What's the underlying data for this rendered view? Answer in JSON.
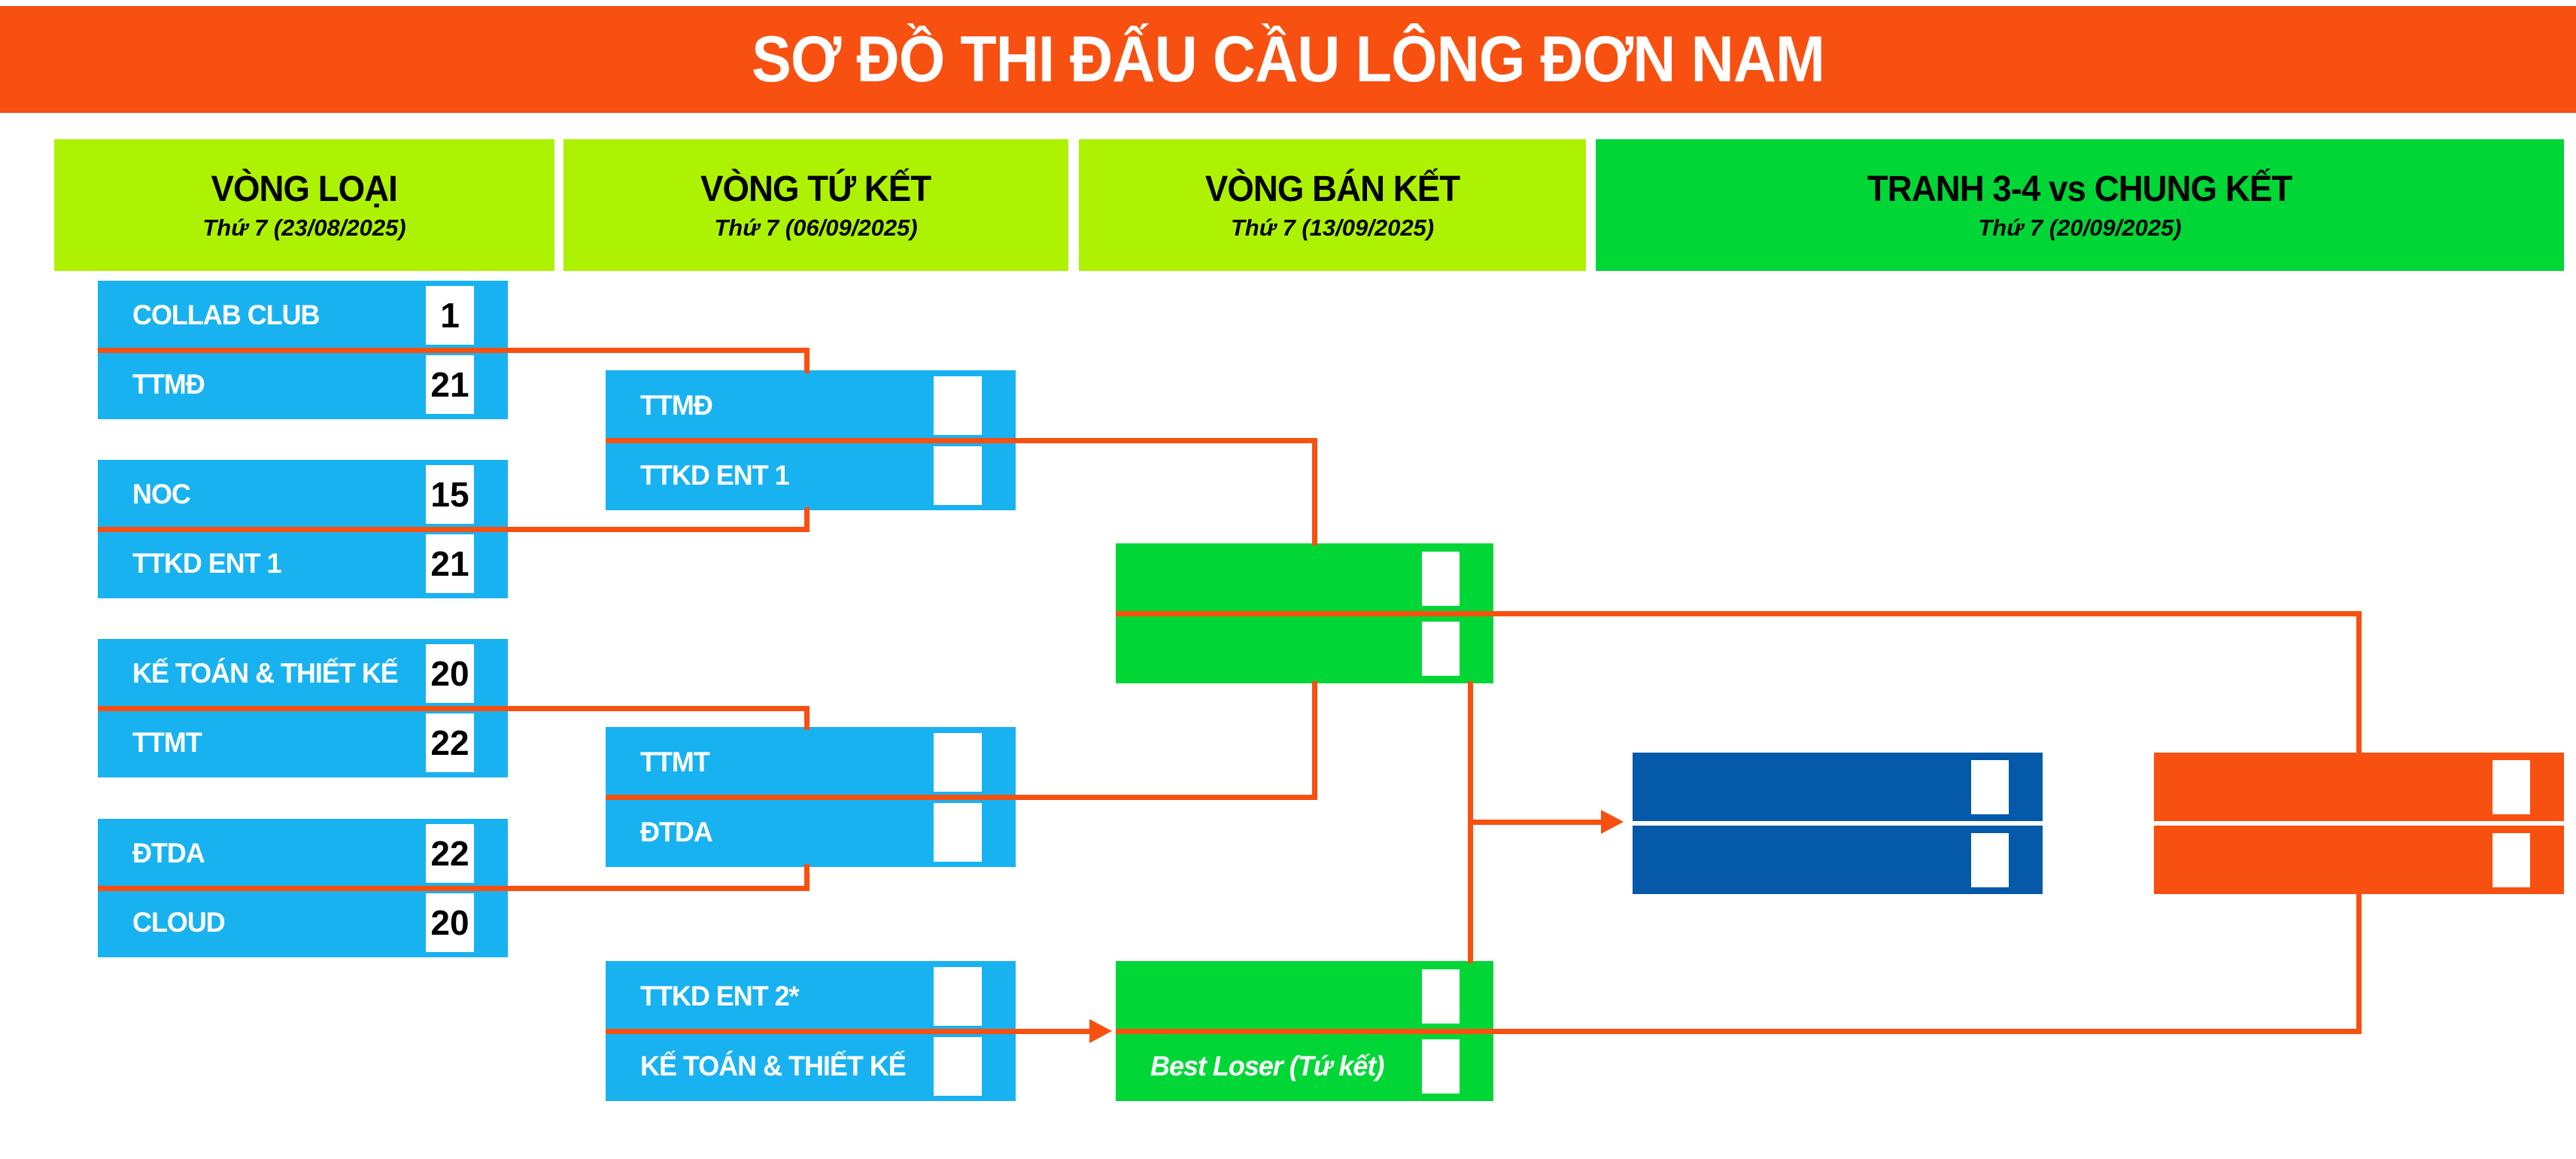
{
  "banner": {
    "title": "SƠ ĐỒ THI ĐẤU CẦU LÔNG ĐƠN NAM"
  },
  "colors": {
    "accent_orange": "#F75010",
    "lime_green": "#ADF202",
    "bright_green": "#00D737",
    "sky_blue": "#19B2F1",
    "dark_blue": "#0459A9",
    "score_text": "#000000",
    "team_text": "#ffffff"
  },
  "rounds": [
    {
      "title": "VÒNG LOẠI",
      "date": "Thứ 7 (23/08/2025)"
    },
    {
      "title": "VÒNG TỨ KẾT",
      "date": "Thứ 7 (06/09/2025)"
    },
    {
      "title": "VÒNG BÁN KẾT",
      "date": "Thứ 7 (13/09/2025)"
    },
    {
      "title": "TRANH 3-4 vs CHUNG KẾT",
      "date": "Thứ 7 (20/09/2025)"
    }
  ],
  "matches": {
    "qualifying": [
      {
        "top": {
          "name": "COLLAB CLUB",
          "score": "1"
        },
        "bottom": {
          "name": "TTMĐ",
          "score": "21"
        }
      },
      {
        "top": {
          "name": "NOC",
          "score": "15"
        },
        "bottom": {
          "name": "TTKD ENT 1",
          "score": "21"
        }
      },
      {
        "top": {
          "name": "KẾ TOÁN & THIẾT KẾ",
          "score": "20"
        },
        "bottom": {
          "name": "TTMT",
          "score": "22"
        }
      },
      {
        "top": {
          "name": "ĐTDA",
          "score": "22"
        },
        "bottom": {
          "name": "CLOUD",
          "score": "20"
        }
      }
    ],
    "quarterfinals": [
      {
        "top": {
          "name": "TTMĐ",
          "score": ""
        },
        "bottom": {
          "name": "TTKD ENT 1",
          "score": ""
        }
      },
      {
        "top": {
          "name": "TTMT",
          "score": ""
        },
        "bottom": {
          "name": "ĐTDA",
          "score": ""
        }
      },
      {
        "top": {
          "name": "TTKD ENT 2*",
          "score": ""
        },
        "bottom": {
          "name": "KẾ TOÁN & THIẾT KẾ",
          "score": ""
        }
      }
    ],
    "semifinals": [
      {
        "top": {
          "name": "",
          "score": ""
        },
        "bottom": {
          "name": "",
          "score": ""
        }
      },
      {
        "top": {
          "name": "",
          "score": ""
        },
        "bottom": {
          "name": "Best Loser (Tứ kết)",
          "score": ""
        }
      }
    ],
    "third_place": {
      "top": {
        "name": "",
        "score": ""
      },
      "bottom": {
        "name": "",
        "score": ""
      }
    },
    "final": {
      "top": {
        "name": "",
        "score": ""
      },
      "bottom": {
        "name": "",
        "score": ""
      }
    }
  }
}
